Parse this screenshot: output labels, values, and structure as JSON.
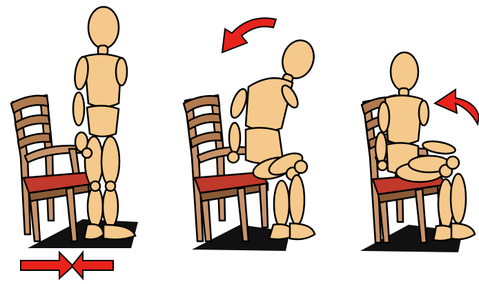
{
  "illustration": {
    "panels": [
      {
        "name": "stand-beside-chair",
        "arrow": "inward-feet"
      },
      {
        "name": "lean-back-and-sit",
        "arrow": "curved-left"
      },
      {
        "name": "seated-upright",
        "arrow": "curved-left"
      }
    ],
    "colors": {
      "wood": "#f5c98b",
      "wood_shadow": "#d9a561",
      "chair": "#c9946a",
      "chair_dark": "#8a5a36",
      "seat": "#c0392b",
      "arrow": "#e8231c",
      "shadow": "#111111",
      "outline": "#000000"
    }
  }
}
